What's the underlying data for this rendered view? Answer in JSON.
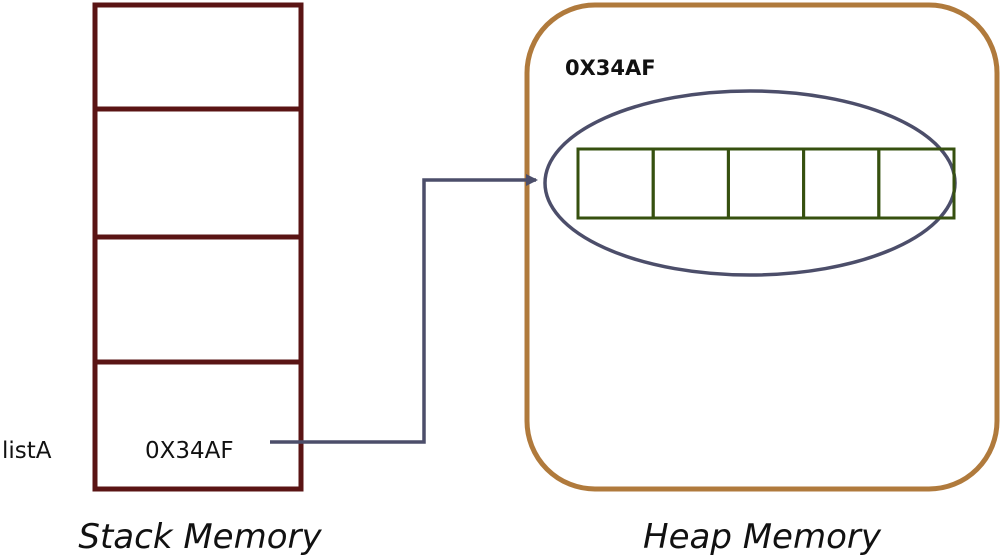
{
  "stack": {
    "variable_name": "listA",
    "variable_value": "0X34AF",
    "caption": "Stack Memory",
    "cell_count": 4
  },
  "heap": {
    "address": "0X34AF",
    "caption": "Heap Memory",
    "array_cell_count": 5
  },
  "colors": {
    "stack_border": "#5a1414",
    "heap_border": "#b07a3c",
    "ellipse_stroke": "#4c4e6a",
    "array_stroke": "#36500f",
    "arrow": "#4c4e6a",
    "text": "#111111"
  }
}
